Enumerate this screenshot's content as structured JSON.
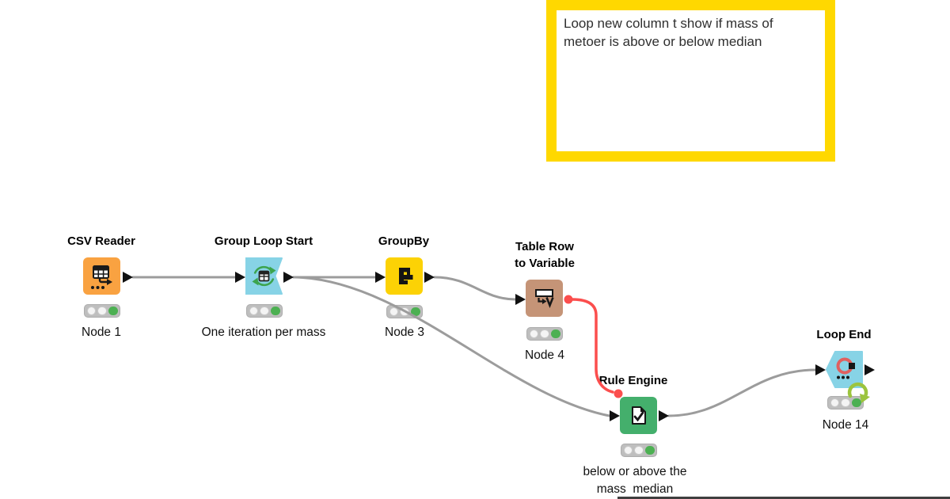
{
  "annotation": {
    "text": "Loop new column t show if mass of\nmetoer is above or below median"
  },
  "nodes": [
    {
      "id": "csv-reader",
      "title": "CSV Reader",
      "label": "Node 1",
      "color": "#F9A241",
      "status": "executed"
    },
    {
      "id": "group-loop-start",
      "title": "Group Loop Start",
      "label": "One iteration per mass",
      "color": "#87D3E6",
      "status": "executed"
    },
    {
      "id": "groupby",
      "title": "GroupBy",
      "label": "Node 3",
      "color": "#FCD205",
      "status": "executed"
    },
    {
      "id": "table-row-to-variable",
      "title": "Table Row\nto Variable",
      "label": "Node 4",
      "color": "#C59477",
      "status": "executed"
    },
    {
      "id": "rule-engine",
      "title": "Rule Engine",
      "label": "below or above the\nmass  median",
      "color": "#44AF6C",
      "status": "executed"
    },
    {
      "id": "loop-end",
      "title": "Loop End",
      "label": "Node 14",
      "color": "#87D3E6",
      "status": "executed"
    }
  ],
  "icons": [
    "table-export-icon",
    "loop-start-grid-icon",
    "group-merge-icon",
    "row-to-variable-icon",
    "checkmark-document-icon",
    "loop-end-icon",
    "loop-status-badge-icon"
  ],
  "colors": {
    "connection": "#9C9C9C",
    "flow_variable": "#FB4E4D",
    "annotation_border": "#FFD800",
    "status_green": "#4CB052",
    "port": "#111111"
  }
}
